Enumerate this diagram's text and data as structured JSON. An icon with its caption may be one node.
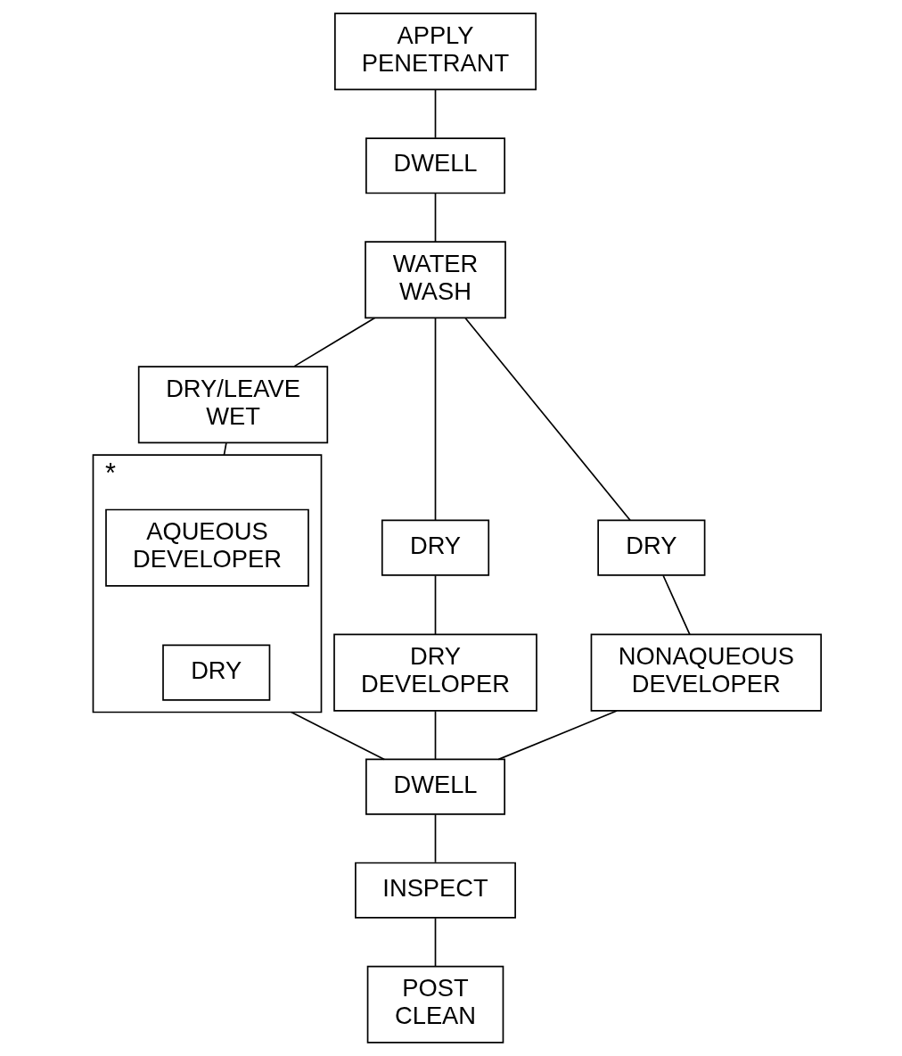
{
  "diagram": {
    "nodes": [
      {
        "text": [
          "APPLY PENETRANT"
        ]
      },
      {
        "text": [
          "DWELL"
        ]
      },
      {
        "text": [
          "WATER WASH"
        ]
      },
      {
        "text": [
          "DRY/LEAVE WET"
        ]
      },
      {
        "text": [
          "DRY"
        ]
      },
      {
        "text": [
          "DRY"
        ]
      },
      {
        "text": [
          "*"
        ]
      },
      {
        "text": [
          "AQUEOUS DEVELOPER"
        ],
        "in": 6
      },
      {
        "text": [
          "DRY"
        ],
        "in": 6
      },
      {
        "text": [
          "DRY DEVELOPER"
        ]
      },
      {
        "text": [
          "NONAQUEOUS DEVELOPER"
        ]
      },
      {
        "text": [
          "DWELL"
        ]
      },
      {
        "text": [
          "INSPECT"
        ]
      },
      {
        "text": [
          "POST CLEAN"
        ]
      }
    ],
    "edges": [
      {
        "from": 0,
        "to": 1,
        "arrow": "none"
      },
      {
        "from": 1,
        "to": 2,
        "arrow": "none"
      },
      {
        "from": 2,
        "to": 4,
        "arrow": "none"
      },
      {
        "from": 2,
        "to": 3,
        "arrow": "none"
      },
      {
        "from": 2,
        "to": 5,
        "arrow": "none"
      },
      {
        "from": 3,
        "to": 6,
        "arrow": "none"
      },
      {
        "from": 4,
        "to": 9,
        "arrow": "none"
      },
      {
        "from": 5,
        "to": 10,
        "arrow": "none"
      },
      {
        "from": 9,
        "to": 11,
        "arrow": "none"
      },
      {
        "from": 6,
        "to": 11,
        "arrow": "none"
      },
      {
        "from": 10,
        "to": 11,
        "arrow": "none"
      },
      {
        "from": 11,
        "to": 12,
        "arrow": "none"
      },
      {
        "from": 12,
        "to": 13,
        "arrow": "none"
      }
    ]
  }
}
